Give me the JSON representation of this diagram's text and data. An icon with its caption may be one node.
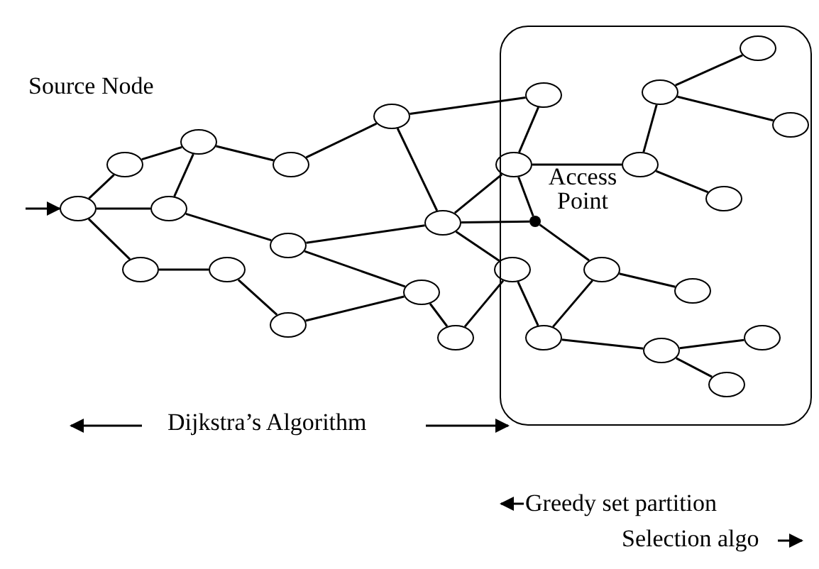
{
  "diagram": {
    "nodes": [
      {
        "text": [],
        "shape": "box"
      },
      {
        "text": [],
        "shape": "circle"
      },
      {
        "text": [],
        "shape": "circle"
      },
      {
        "text": [],
        "shape": "circle"
      },
      {
        "text": [],
        "shape": "circle"
      },
      {
        "text": [],
        "shape": "circle"
      },
      {
        "text": [],
        "shape": "circle"
      },
      {
        "text": [],
        "shape": "circle"
      },
      {
        "text": [],
        "shape": "circle"
      },
      {
        "text": [],
        "shape": "circle"
      },
      {
        "text": [],
        "shape": "circle"
      },
      {
        "text": [],
        "shape": "circle"
      },
      {
        "text": [],
        "shape": "circle"
      },
      {
        "text": [],
        "shape": "circle"
      },
      {
        "text": [],
        "shape": "circle"
      },
      {
        "text": [],
        "shape": "circle"
      },
      {
        "text": [],
        "shape": "circle",
        "in": 0
      },
      {
        "text": [],
        "shape": "circle",
        "in": 0,
        "beside": [
          "Access Point"
        ]
      },
      {
        "text": [],
        "shape": "circle",
        "in": 0
      },
      {
        "text": [],
        "shape": "circle",
        "in": 0
      },
      {
        "text": [],
        "shape": "circle",
        "in": 0
      },
      {
        "text": [],
        "shape": "circle",
        "in": 0
      },
      {
        "text": [],
        "shape": "circle",
        "in": 0
      },
      {
        "text": [],
        "shape": "circle",
        "in": 0
      },
      {
        "text": [],
        "shape": "circle",
        "in": 0
      },
      {
        "text": [],
        "shape": "circle",
        "in": 0
      },
      {
        "text": [],
        "shape": "circle",
        "in": 0
      },
      {
        "text": [],
        "shape": "circle",
        "in": 0
      },
      {
        "text": [],
        "shape": "circle",
        "in": 0
      }
    ],
    "edges": [
      {
        "from": null,
        "to": 1,
        "arrow": "to"
      },
      {
        "from": 1,
        "to": 2,
        "arrow": "none"
      },
      {
        "from": 1,
        "to": 4,
        "arrow": "none"
      },
      {
        "from": 1,
        "to": 5,
        "arrow": "none"
      },
      {
        "from": 2,
        "to": 3,
        "arrow": "none"
      },
      {
        "from": 3,
        "to": 4,
        "arrow": "none"
      },
      {
        "from": 3,
        "to": 7,
        "arrow": "none"
      },
      {
        "from": 4,
        "to": 8,
        "arrow": "none"
      },
      {
        "from": 5,
        "to": 6,
        "arrow": "none"
      },
      {
        "from": 6,
        "to": 9,
        "arrow": "none"
      },
      {
        "from": 7,
        "to": 10,
        "arrow": "none"
      },
      {
        "from": 10,
        "to": 16,
        "arrow": "none"
      },
      {
        "from": 10,
        "to": 12,
        "arrow": "none"
      },
      {
        "from": 8,
        "to": 12,
        "arrow": "none"
      },
      {
        "from": 8,
        "to": 11,
        "arrow": "none"
      },
      {
        "from": 9,
        "to": 11,
        "arrow": "none"
      },
      {
        "from": 11,
        "to": 13,
        "arrow": "none"
      },
      {
        "from": 13,
        "to": 15,
        "arrow": "none"
      },
      {
        "from": 12,
        "to": 14,
        "arrow": "none"
      },
      {
        "from": 12,
        "to": 15,
        "arrow": "none"
      },
      {
        "from": 12,
        "to": 17,
        "arrow": "none"
      },
      {
        "from": 14,
        "to": 16,
        "arrow": "none"
      },
      {
        "from": 14,
        "to": 17,
        "arrow": "none"
      },
      {
        "from": 14,
        "to": 20,
        "arrow": "none"
      },
      {
        "from": 20,
        "to": 21,
        "arrow": "none"
      },
      {
        "from": 21,
        "to": 26,
        "arrow": "none"
      },
      {
        "from": 21,
        "to": 28,
        "arrow": "none"
      },
      {
        "from": 20,
        "to": 24,
        "arrow": "none"
      },
      {
        "from": 17,
        "to": 19,
        "arrow": "none"
      },
      {
        "from": 19,
        "to": 23,
        "arrow": "none"
      },
      {
        "from": 15,
        "to": 18,
        "arrow": "none"
      },
      {
        "from": 18,
        "to": 19,
        "arrow": "none"
      },
      {
        "from": 18,
        "to": 22,
        "arrow": "none"
      },
      {
        "from": 22,
        "to": 27,
        "arrow": "none"
      },
      {
        "from": 22,
        "to": 25,
        "arrow": "none"
      }
    ],
    "labels": [
      "Source Node",
      "Dijkstra’s Algorithm",
      "Greedy set partition",
      "Selection algo"
    ]
  }
}
